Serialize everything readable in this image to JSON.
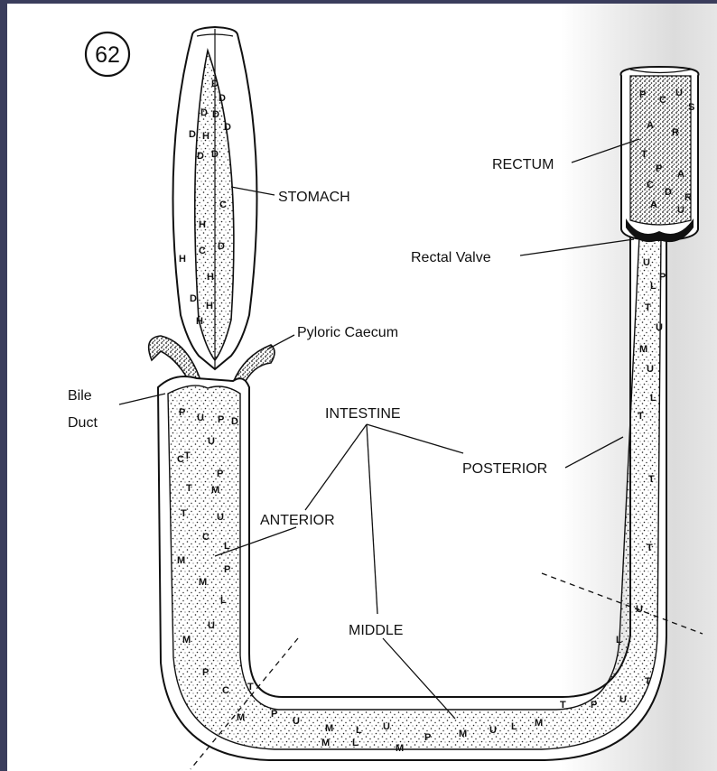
{
  "figure_number": "62",
  "labels": {
    "stomach": "STOMACH",
    "pyloric_caecum": "Pyloric Caecum",
    "bile": "Bile",
    "duct": "Duct",
    "intestine": "INTESTINE",
    "anterior": "ANTERIOR",
    "posterior": "POSTERIOR",
    "middle": "MIDDLE",
    "rectum": "RECTUM",
    "rectal_valve": "Rectal Valve"
  },
  "stomach_markers": [
    "D",
    "D",
    "D",
    "D",
    "D",
    "D",
    "H",
    "D",
    "D",
    "C",
    "H",
    "D",
    "C",
    "H",
    "H",
    "D",
    "H",
    "H"
  ],
  "intestine_markers": [
    "P",
    "U",
    "P",
    "D",
    "U",
    "T",
    "P",
    "C",
    "T",
    "M",
    "T",
    "U",
    "C",
    "L",
    "M",
    "P",
    "M",
    "L",
    "U",
    "M",
    "P",
    "C",
    "T",
    "M",
    "P",
    "U",
    "M",
    "L",
    "U",
    "M",
    "L",
    "M",
    "P",
    "M",
    "U",
    "L",
    "M",
    "T",
    "P",
    "U",
    "T",
    "L",
    "U",
    "T",
    "T",
    "T",
    "L",
    "U",
    "M",
    "U",
    "T",
    "L",
    "P",
    "U"
  ],
  "rectum_markers": [
    "P",
    "C",
    "U",
    "S",
    "A",
    "R",
    "T",
    "P",
    "A",
    "C",
    "D",
    "R",
    "A",
    "U"
  ]
}
